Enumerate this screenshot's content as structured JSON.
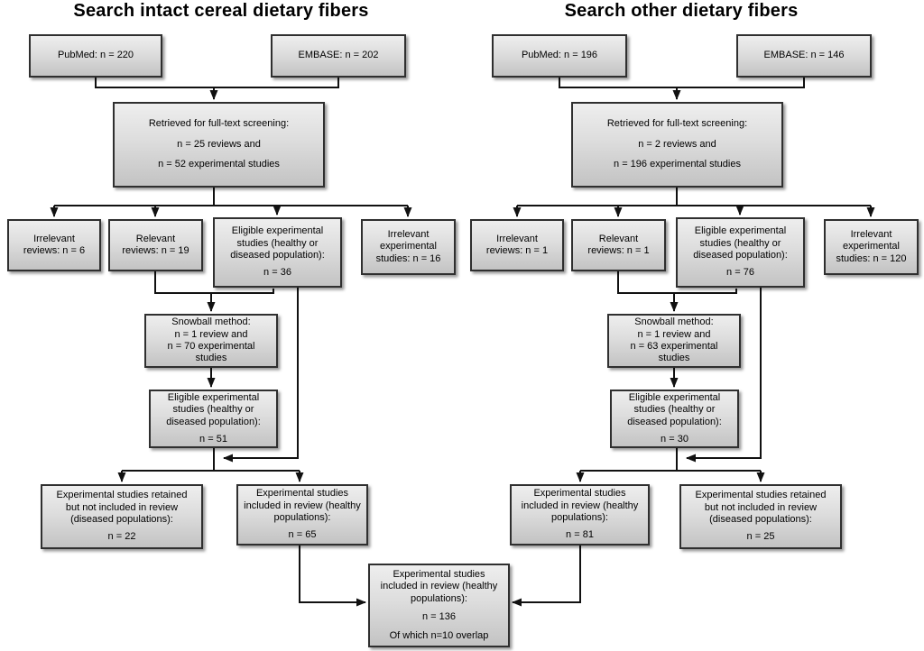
{
  "left": {
    "title": "Search intact cereal dietary fibers",
    "pubmed": {
      "lines": [
        "PubMed: n = 220"
      ]
    },
    "embase": {
      "lines": [
        "EMBASE: n = 202"
      ]
    },
    "retrieved": {
      "lines": [
        "Retrieved for full-text screening:",
        "n = 25 reviews and",
        "n = 52 experimental studies"
      ]
    },
    "irrelevant_reviews": {
      "lines": [
        "Irrelevant",
        "reviews: n = 6"
      ]
    },
    "relevant_reviews": {
      "lines": [
        "Relevant",
        "reviews: n = 19"
      ]
    },
    "eligible_initial": {
      "lines": [
        "Eligible experimental",
        "studies (healthy or",
        "diseased population):",
        "n = 36"
      ]
    },
    "irrelevant_experimental": {
      "lines": [
        "Irrelevant",
        "experimental",
        "studies: n = 16"
      ]
    },
    "snowball": {
      "lines": [
        "Snowball method:",
        "n = 1 review and",
        "n = 70 experimental",
        "studies"
      ]
    },
    "eligible_after_snowball": {
      "lines": [
        "Eligible experimental",
        "studies (healthy or",
        "diseased population):",
        "n = 51"
      ]
    },
    "retained_not_included": {
      "lines": [
        "Experimental studies retained",
        "but not included in review",
        "(diseased populations):",
        "n = 22"
      ]
    },
    "included_in_review": {
      "lines": [
        "Experimental studies",
        "included in review (healthy",
        "populations):",
        "n = 65"
      ]
    }
  },
  "right": {
    "title": "Search other dietary fibers",
    "pubmed": {
      "lines": [
        "PubMed: n = 196"
      ]
    },
    "embase": {
      "lines": [
        "EMBASE: n = 146"
      ]
    },
    "retrieved": {
      "lines": [
        "Retrieved for full-text screening:",
        "n = 2 reviews and",
        "n = 196 experimental studies"
      ]
    },
    "irrelevant_reviews": {
      "lines": [
        "Irrelevant",
        "reviews: n = 1"
      ]
    },
    "relevant_reviews": {
      "lines": [
        "Relevant",
        "reviews: n = 1"
      ]
    },
    "eligible_initial": {
      "lines": [
        "Eligible experimental",
        "studies (healthy or",
        "diseased population):",
        "n = 76"
      ]
    },
    "irrelevant_experimental": {
      "lines": [
        "Irrelevant",
        "experimental",
        "studies: n = 120"
      ]
    },
    "snowball": {
      "lines": [
        "Snowball method:",
        "n = 1 review and",
        "n = 63 experimental",
        "studies"
      ]
    },
    "eligible_after_snowball": {
      "lines": [
        "Eligible experimental",
        "studies (healthy or",
        "diseased population):",
        "n = 30"
      ]
    },
    "included_in_review": {
      "lines": [
        "Experimental studies",
        "included in review (healthy",
        "populations):",
        "n = 81"
      ]
    },
    "retained_not_included": {
      "lines": [
        "Experimental studies retained",
        "but not included in review",
        "(diseased populations):",
        "n = 25"
      ]
    }
  },
  "combined": {
    "final_included": {
      "lines": [
        "Experimental studies",
        "included in review (healthy",
        "populations):",
        "n = 136",
        "Of which n=10 overlap"
      ]
    }
  },
  "style": {
    "box_fill_top": "#eeeeee",
    "box_fill_bottom": "#c3c3c3",
    "box_border": "#2f2f2f",
    "connector_color": "#111111",
    "background": "#ffffff"
  }
}
